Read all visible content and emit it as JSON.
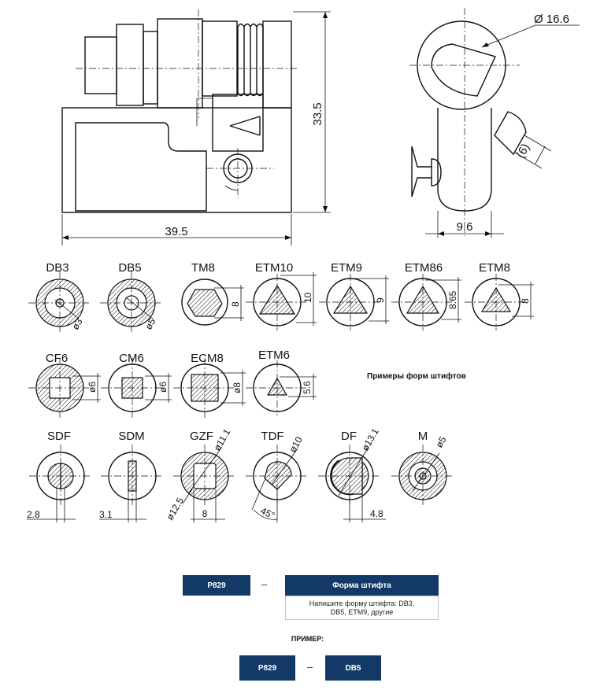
{
  "drawing": {
    "dims": {
      "width_front": "39.5",
      "height_front": "33.5",
      "diameter_side": "Ø 16.6",
      "angle_dim": "(6)",
      "width_side": "9.6"
    }
  },
  "pins_row1": [
    {
      "name": "DB3",
      "dim": "ø3"
    },
    {
      "name": "DB5",
      "dim": "ø5"
    },
    {
      "name": "TM8",
      "dim": "8"
    },
    {
      "name": "ETM10",
      "dim": "10"
    },
    {
      "name": "ETM9",
      "dim": "9"
    },
    {
      "name": "ETM86",
      "dim": "8.65"
    },
    {
      "name": "ETM8",
      "dim": "8"
    }
  ],
  "pins_row2": [
    {
      "name": "CF6",
      "dim": "ø6"
    },
    {
      "name": "CM6",
      "dim": "ø6"
    },
    {
      "name": "ECM8",
      "dim": "ø8"
    },
    {
      "name": "ETM6",
      "dim": "5.6"
    }
  ],
  "pins_row3": [
    {
      "name": "SDF",
      "dim": "2.8"
    },
    {
      "name": "SDM",
      "dim": "3.1"
    },
    {
      "name": "GZF",
      "dim": "ø11.1",
      "dim2": "ø12.5",
      "dim3": "8"
    },
    {
      "name": "TDF",
      "dim": "ø10",
      "dim2": "45°"
    },
    {
      "name": "DF",
      "dim": "ø13.1",
      "dim2": "4.8"
    },
    {
      "name": "M",
      "dim": "ø5"
    }
  ],
  "note": "Примеры форм штифтов",
  "order": {
    "code": "P829",
    "dash": "–",
    "header": "Форма штифта",
    "description_line1": "Напишите форму штифта: DB3,",
    "description_line2": "DB5, ETM9, другие",
    "example_label": "ПРИМЕР:",
    "example_code": "P829",
    "example_value": "DB5"
  }
}
